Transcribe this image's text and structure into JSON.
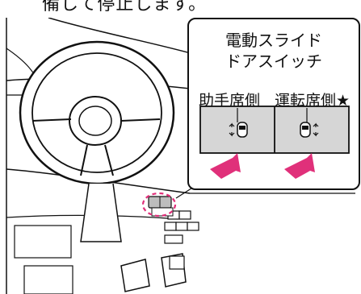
{
  "page": {
    "top_text": "備して停止します。"
  },
  "callout": {
    "title_line1": "電動スライド",
    "title_line2": "ドアスイッチ",
    "left_label": "助手席側",
    "right_label": "運転席側★"
  },
  "colors": {
    "switch_fill": "#d6d6d6",
    "arrow": "#e0307a",
    "highlight_dash": "#e0307a"
  }
}
